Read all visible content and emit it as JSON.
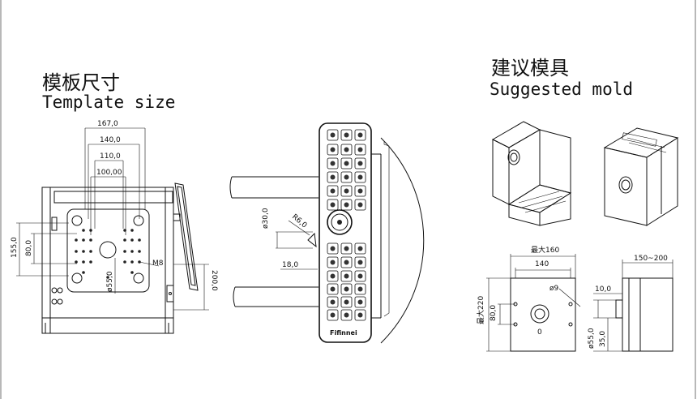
{
  "left": {
    "title_zh": "模板尺寸",
    "title_en": "Template size",
    "dims": {
      "w167": "167,0",
      "w140": "140,0",
      "w110": "110,0",
      "w100": "100,00",
      "h155": "155,0",
      "h80": "80,0",
      "hole": "ø55,0",
      "thread": "M8",
      "h200": "200,0"
    }
  },
  "middle": {
    "dims": {
      "d30": "ø30,0",
      "r6": "R6,0",
      "d18": "18,0"
    },
    "brand": "Fifinnei"
  },
  "right": {
    "title_zh": "建议模具",
    "title_en": "Suggested mold",
    "dims": {
      "max160": "最大160",
      "w140": "140",
      "range": "150~200",
      "hole9": "ø9",
      "max220": "最大220",
      "h80": "80,0",
      "t10": "10,0",
      "d55": "ø55,0",
      "h35": "35,0",
      "zero": "0"
    }
  }
}
